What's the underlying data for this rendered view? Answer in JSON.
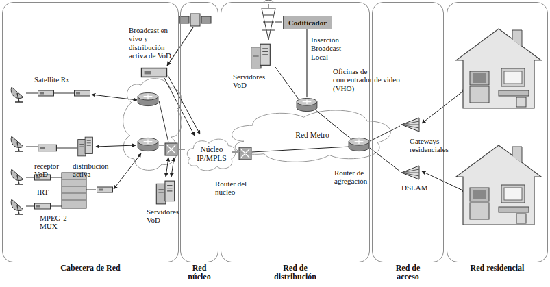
{
  "diagram": {
    "nodes": [
      {
        "text": [
          "Cabecera de Red"
        ]
      },
      {
        "text": [
          "Red núcleo"
        ]
      },
      {
        "text": [
          "Red de distribución"
        ]
      },
      {
        "text": [
          "Red de acceso"
        ]
      },
      {
        "text": [
          "Red residencial"
        ]
      },
      {
        "text": [
          "Núcleo IP/MPLS"
        ],
        "in": 1
      },
      {
        "text": [
          "Red Metro"
        ],
        "in": 2
      },
      {
        "text": [
          "Codificador"
        ],
        "in": 2
      }
    ],
    "labels": [
      "Broadcast en vivo y distribución activa de VoD",
      "Satellite Rx",
      "receptor VoD",
      "distribución activa",
      "IRT",
      "MPEG-2 MUX",
      "Servidores VoD",
      "Router del núcleo",
      "Servidores VoD",
      "Inserción Broadcast Local",
      "Oficinas de concentrador de video (VHO)",
      "Router de agregación",
      "Gateways residenciales",
      "DSLAM"
    ]
  }
}
